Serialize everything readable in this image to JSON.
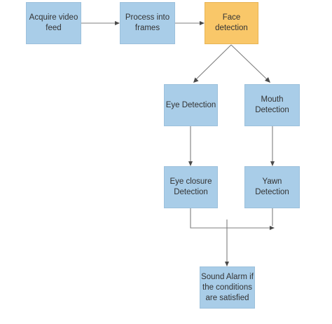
{
  "diagram": {
    "nodes": [
      {
        "id": "acquire",
        "label": "Acquire video\nfeed",
        "highlight": false
      },
      {
        "id": "process",
        "label": "Process into\nframes",
        "highlight": false
      },
      {
        "id": "face",
        "label": "Face detection",
        "highlight": true
      },
      {
        "id": "eye",
        "label": "Eye Detection",
        "highlight": false
      },
      {
        "id": "mouth",
        "label": "Mouth\nDetection",
        "highlight": false
      },
      {
        "id": "eyeclosure",
        "label": "Eye closure\nDetection",
        "highlight": false
      },
      {
        "id": "yawn",
        "label": "Yawn Detection",
        "highlight": false
      },
      {
        "id": "alarm",
        "label": "Sound Alarm if\nthe conditions\nare satisfied",
        "highlight": false
      }
    ],
    "edges": [
      {
        "from": "acquire",
        "to": "process"
      },
      {
        "from": "process",
        "to": "face"
      },
      {
        "from": "face",
        "to": "eye"
      },
      {
        "from": "face",
        "to": "mouth"
      },
      {
        "from": "eye",
        "to": "eyeclosure"
      },
      {
        "from": "mouth",
        "to": "yawn"
      },
      {
        "from": "eyeclosure",
        "to": "yawn"
      },
      {
        "from": "eyeclosure",
        "to": "alarm"
      }
    ],
    "colors": {
      "node_fill": "#a9cde8",
      "highlight_fill": "#f9c769",
      "edge": "#7f7f7f"
    }
  }
}
